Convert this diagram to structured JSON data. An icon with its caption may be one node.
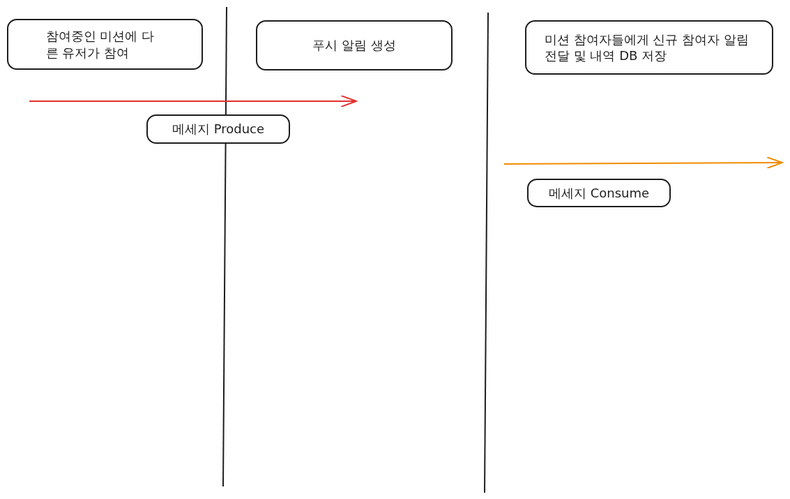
{
  "diagram": {
    "nodes": [
      {
        "text": [
          "참여중인 미션에 다른 유저가 참여"
        ]
      },
      {
        "text": [
          "푸시 알림 생성"
        ]
      },
      {
        "text": [
          "미션 참여자들에게 신규 참여자 알림 전달 및 내역 DB 저장"
        ]
      },
      {
        "text": [
          "메세지 Produce"
        ]
      },
      {
        "text": [
          "메세지 Consume"
        ]
      }
    ],
    "edges": []
  }
}
